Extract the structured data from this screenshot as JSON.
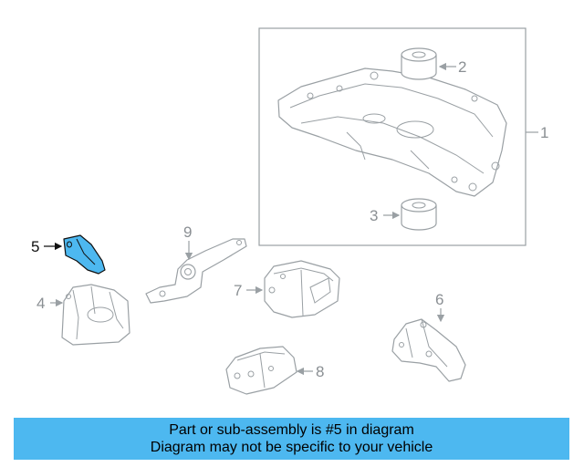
{
  "callouts": {
    "c1": "1",
    "c2": "2",
    "c3": "3",
    "c4": "4",
    "c5": "5",
    "c6": "6",
    "c7": "7",
    "c8": "8",
    "c9": "9"
  },
  "highlight_color": "#4db8f0",
  "banner": {
    "line1": "Part or sub-assembly is #5 in diagram",
    "line2": "Diagram may not be specific to your vehicle"
  }
}
